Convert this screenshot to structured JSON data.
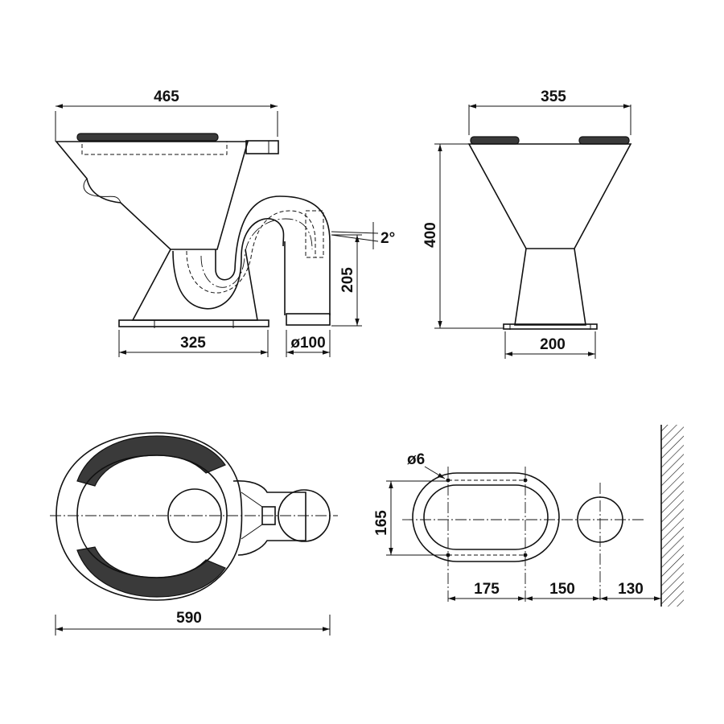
{
  "dimensions": {
    "side_width": "465",
    "base_width": "325",
    "outlet_diameter": "ø100",
    "outlet_height": "205",
    "angle": "2°",
    "front_width": "355",
    "front_height": "400",
    "front_base": "200",
    "top_length": "590",
    "hole_diameter": "ø6",
    "footprint_height": "165",
    "footprint_length": "175",
    "outlet_spacing": "150",
    "wall_distance": "130"
  },
  "colors": {
    "line": "#111111",
    "seat_fill": "#3a3a3a",
    "background": "#ffffff"
  }
}
